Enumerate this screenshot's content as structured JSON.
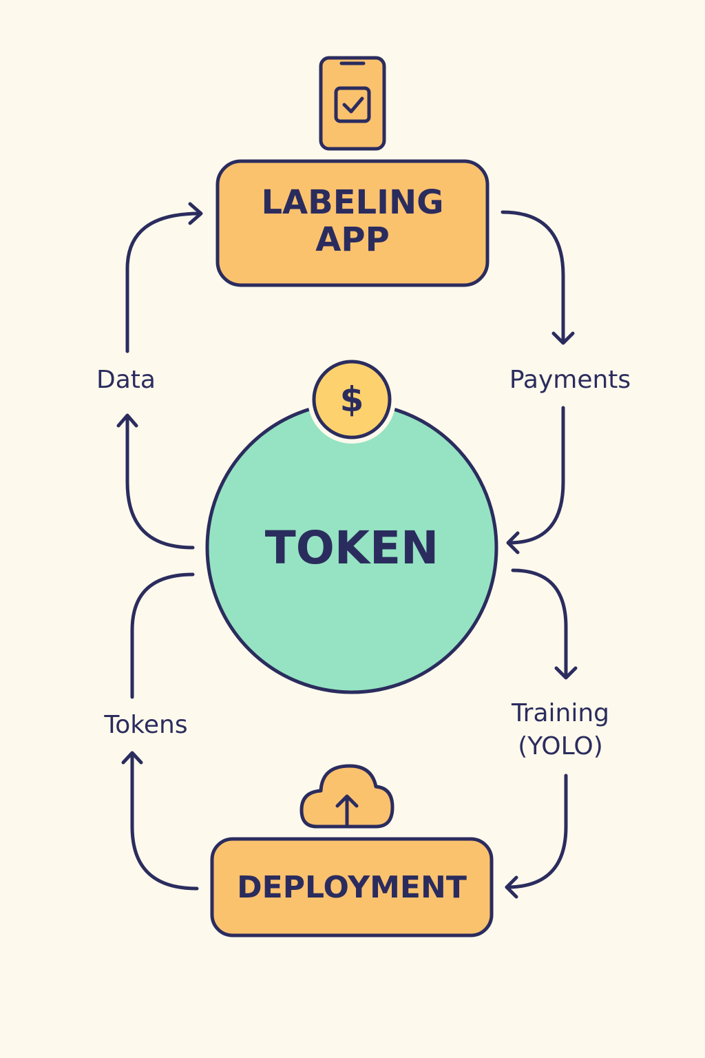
{
  "nodes": {
    "labeling_app": {
      "line1": "LABELING",
      "line2": "APP"
    },
    "token": {
      "label": "TOKEN",
      "coin_symbol": "$"
    },
    "deployment": {
      "label": "DEPLOYMENT"
    }
  },
  "flows": {
    "data": "Data",
    "payments": "Payments",
    "tokens": "Tokens",
    "training_line1": "Training",
    "training_line2": "(YOLO)"
  },
  "colors": {
    "background": "#fdf9ec",
    "ink": "#2b2c5e",
    "box_fill": "#fbc26e",
    "token_fill": "#95e3c2",
    "coin_fill": "#fdd26e"
  },
  "icons": [
    "phone-checkbox-icon",
    "dollar-coin-icon",
    "cloud-upload-icon"
  ]
}
